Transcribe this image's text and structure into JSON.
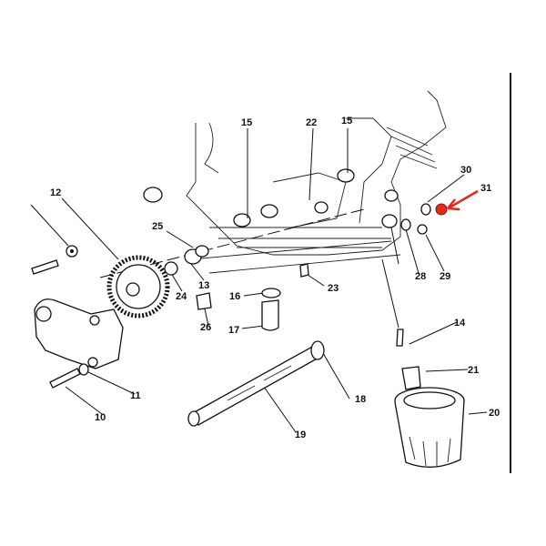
{
  "diagram": {
    "title": "Oil pump / oil filter exploded parts diagram",
    "labels": {
      "p15a": "15",
      "p22": "22",
      "p15b": "15",
      "p30": "30",
      "p31": "31",
      "p12": "12",
      "p25": "25",
      "p13": "13",
      "p24": "24",
      "p16": "16",
      "p23": "23",
      "p28": "28",
      "p29": "29",
      "p26": "26",
      "p17": "17",
      "p14": "14",
      "p21": "21",
      "p11": "11",
      "p18": "18",
      "p20": "20",
      "p10": "10",
      "p19": "19"
    },
    "highlight_color": "#e02a1a",
    "highlighted_part": "31"
  }
}
